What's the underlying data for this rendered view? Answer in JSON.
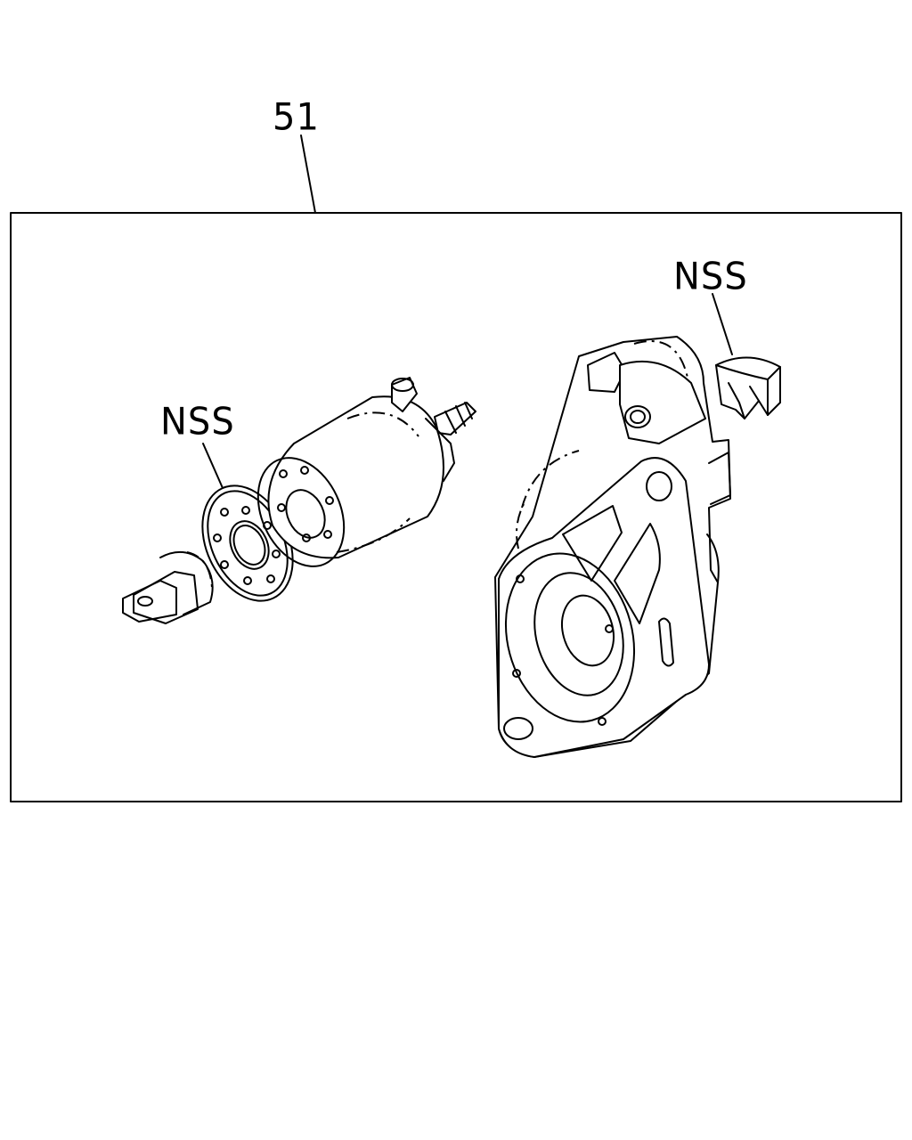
{
  "callouts": {
    "assembly_number": "51",
    "nss_left": "NSS",
    "nss_right": "NSS"
  },
  "colors": {
    "line": "#000000",
    "background": "#ffffff"
  }
}
